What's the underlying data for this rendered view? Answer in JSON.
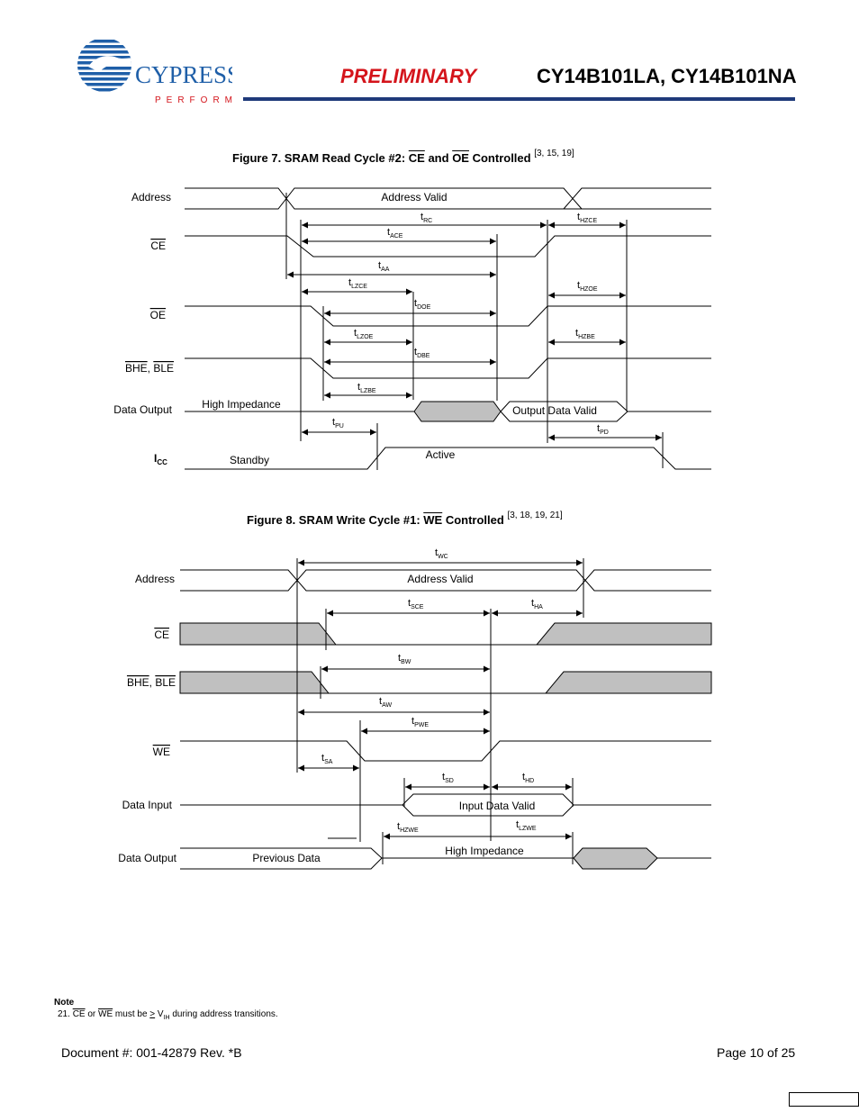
{
  "header": {
    "logo_text": "CYPRESS",
    "logo_tagline": "PERFORM",
    "preliminary": "PRELIMINARY",
    "part_numbers": "CY14B101LA, CY14B101NA"
  },
  "figure7": {
    "title_prefix": "Figure 7.  SRAM Read Cycle #2: ",
    "title_ce": "CE",
    "title_and": " and ",
    "title_oe": "OE",
    "title_suffix": " Controlled ",
    "refs": "[3, 15, 19]",
    "signals": {
      "address": "Address",
      "ce": "CE",
      "oe": "OE",
      "bhe": "BHE",
      "ble": "BLE",
      "data_output": "Data Output",
      "icc_main": "I",
      "icc_sub": "CC"
    },
    "labels": {
      "address_valid": "Address Valid",
      "high_impedance": "High Impedance",
      "output_data_valid": "Output Data Valid",
      "standby": "Standby",
      "active": "Active"
    },
    "timing": {
      "trc": "RC",
      "thzce": "HZCE",
      "tace": "ACE",
      "taa": "AA",
      "tlzce": "LZCE",
      "thzoe": "HZOE",
      "tdoe": "DOE",
      "tlzoe": "LZOE",
      "thzbe": "HZBE",
      "tdbe": "DBE",
      "tlzbe": "LZBE",
      "tpu": "PU",
      "tpd": "PD"
    }
  },
  "figure8": {
    "title_prefix": "Figure 8.  SRAM Write Cycle #1: ",
    "title_we": "WE",
    "title_suffix": " Controlled ",
    "refs": "[3, 18, 19, 21]",
    "signals": {
      "address": "Address",
      "ce": "CE",
      "bhe": "BHE",
      "ble": "BLE",
      "we": "WE",
      "data_input": "Data Input",
      "data_output": "Data Output"
    },
    "labels": {
      "address_valid": "Address Valid",
      "input_data_valid": "Input Data Valid",
      "previous_data": "Previous Data",
      "high_impedance": "High Impedance"
    },
    "timing": {
      "twc": "WC",
      "tsce": "SCE",
      "tha": "HA",
      "tbw": "BW",
      "taw": "AW",
      "tpwe": "PWE",
      "tsa": "SA",
      "tsd": "SD",
      "thd": "HD",
      "thzwe": "HZWE",
      "tlzwe": "LZWE"
    }
  },
  "note": {
    "heading": "Note",
    "num": "21. ",
    "ce": "CE",
    "or": " or ",
    "we": "WE",
    "rest1": " must be ",
    "ge": ">",
    "rest2": " V",
    "sub": "IH",
    "rest3": " during address transitions."
  },
  "footer": {
    "document": "Document #: 001-42879  Rev. *B",
    "page": "Page 10 of 25"
  },
  "colors": {
    "prelim_red": "#d4141b",
    "rule_blue": "#1f3a7a",
    "logo_blue": "#1f5fa8",
    "shade_gray": "#c0c0c0"
  }
}
